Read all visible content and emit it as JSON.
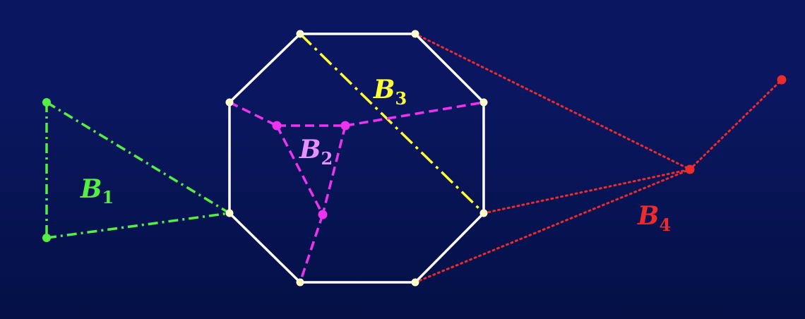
{
  "diagram": {
    "colors": {
      "background": "#0a1760",
      "octagon": "#ffffff",
      "vertex": "#ffffcc",
      "b1": "#55ee44",
      "b2": "#ee33ee",
      "b2_label": "#e890ff",
      "b3": "#ffff33",
      "b4": "#ee2b2b"
    },
    "labels": {
      "b1": {
        "main": "B",
        "sub": "1"
      },
      "b2": {
        "main": "B",
        "sub": "2"
      },
      "b3": {
        "main": "B",
        "sub": "3"
      },
      "b4": {
        "main": "B",
        "sub": "4"
      }
    }
  }
}
